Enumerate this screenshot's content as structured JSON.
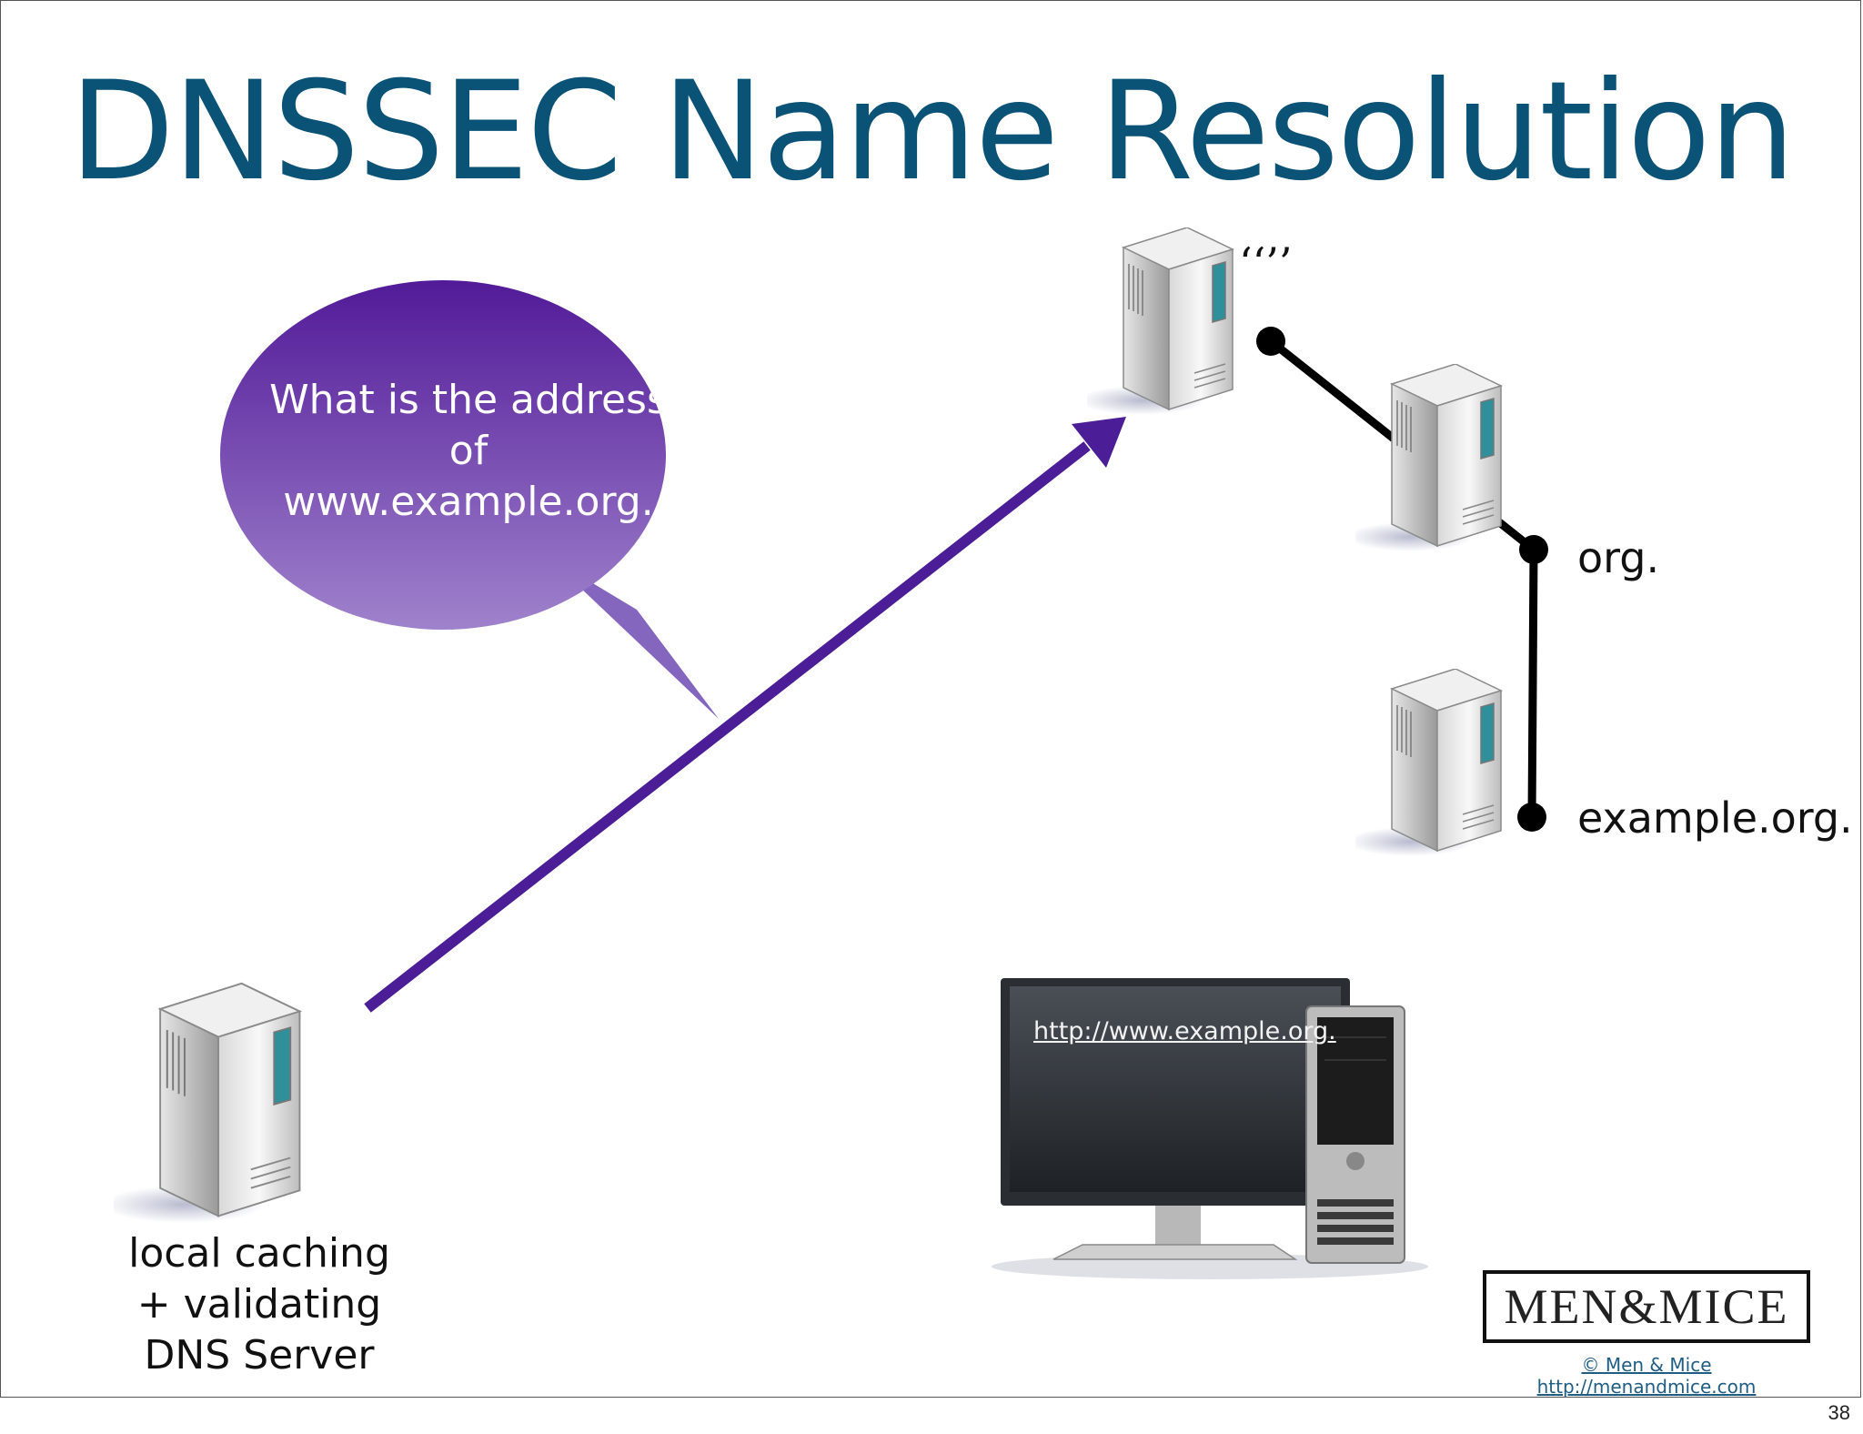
{
  "slide": {
    "title": "DNSSEC Name Resolution",
    "page_number": "38"
  },
  "bubble": {
    "lines": [
      "What is the address",
      "of",
      "www.example.org."
    ]
  },
  "dns_tree": {
    "root_label": "‘‘’’",
    "org_label": "org.",
    "example_label": "example.org."
  },
  "resolver": {
    "label_lines": [
      "local caching",
      "+ validating",
      "DNS Server"
    ]
  },
  "workstation": {
    "screen_url": "http://www.example.org."
  },
  "branding": {
    "logo_text": "MEN&MICE",
    "copyright": "© Men & Mice  http://menandmice.com"
  },
  "colors": {
    "title": "#0b5277",
    "arrow": "#4b1d96",
    "bubble_top": "#521a98",
    "bubble_bottom": "#9a7bc8"
  }
}
